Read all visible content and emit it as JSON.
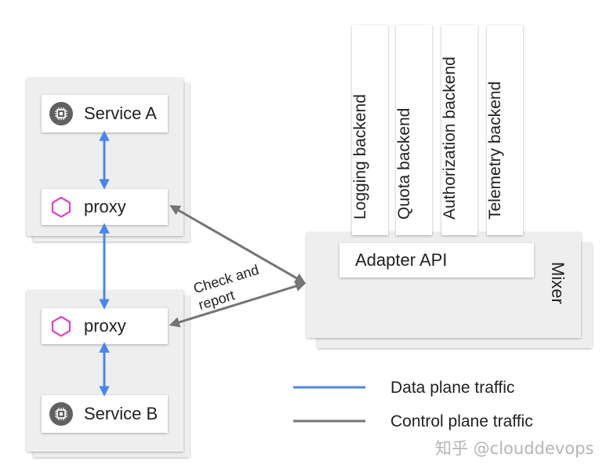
{
  "diagram": {
    "services": {
      "a": {
        "label": "Service A",
        "icon": "chip-icon"
      },
      "b": {
        "label": "Service B",
        "icon": "chip-icon"
      }
    },
    "proxies": {
      "top": {
        "label": "proxy",
        "icon": "hexagon-icon"
      },
      "bottom": {
        "label": "proxy",
        "icon": "hexagon-icon"
      }
    },
    "mixer": {
      "title": "Mixer",
      "adapter_api": "Adapter API",
      "backends": [
        {
          "label": "Logging backend"
        },
        {
          "label": "Quota backend"
        },
        {
          "label": "Authorization backend"
        },
        {
          "label": "Telemetry backend"
        }
      ]
    },
    "connection_label": "Check and report",
    "legend": {
      "data_plane": {
        "label": "Data plane traffic",
        "color": "#4a86e8"
      },
      "control_plane": {
        "label": "Control plane traffic",
        "color": "#757575"
      }
    },
    "watermark": "知乎 @clouddevops",
    "colors": {
      "hexagon": "#e040c8",
      "chip": "#616161",
      "panel": "#eeeeee"
    }
  }
}
